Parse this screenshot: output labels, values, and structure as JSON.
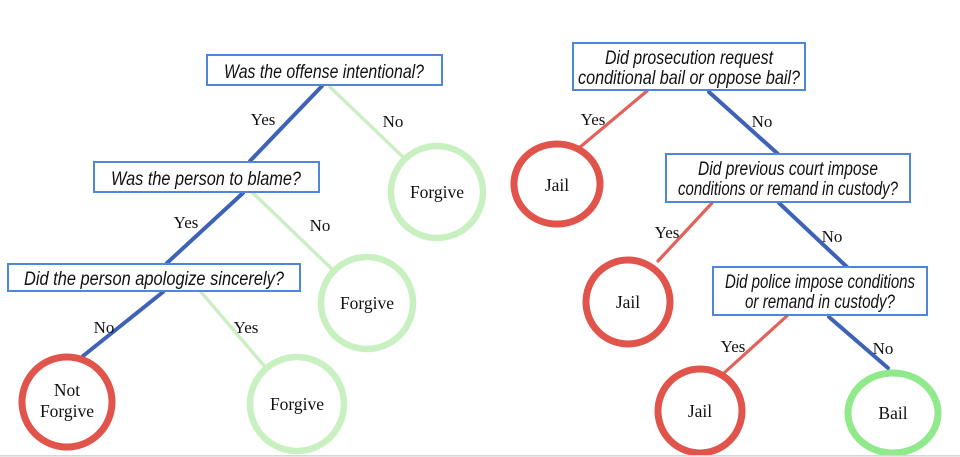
{
  "colors": {
    "box_border_blue": "#4e86d9",
    "edge_blue": "#3e63b6",
    "edge_red": "#e0625b",
    "edge_pale_green": "#cdeec5",
    "circle_red": "#e0544c",
    "circle_pale_green": "#c8f0c0",
    "circle_bright_green": "#90e98a",
    "text": "#111111"
  },
  "left_tree": {
    "questions": {
      "q1": "Was the offense intentional?",
      "q2": "Was the person to blame?",
      "q3": "Did the person apologize sincerely?"
    },
    "branch_labels": {
      "q1_yes": "Yes",
      "q1_no": "No",
      "q2_yes": "Yes",
      "q2_no": "No",
      "q3_no": "No",
      "q3_yes": "Yes"
    },
    "leaves": {
      "not_forgive_line1": "Not",
      "not_forgive_line2": "Forgive",
      "forgive_top": "Forgive",
      "forgive_mid": "Forgive",
      "forgive_bottom": "Forgive"
    }
  },
  "right_tree": {
    "questions": {
      "q1_line1": "Did prosecution request",
      "q1_line2": "conditional bail or oppose bail?",
      "q2_line1": "Did previous court impose",
      "q2_line2": "conditions or remand in custody?",
      "q3_line1": "Did police impose conditions",
      "q3_line2": "or remand in custody?"
    },
    "branch_labels": {
      "q1_yes": "Yes",
      "q1_no": "No",
      "q2_yes": "Yes",
      "q2_no": "No",
      "q3_yes": "Yes",
      "q3_no": "No"
    },
    "leaves": {
      "jail_top": "Jail",
      "jail_mid": "Jail",
      "jail_bottom": "Jail",
      "bail": "Bail"
    }
  }
}
